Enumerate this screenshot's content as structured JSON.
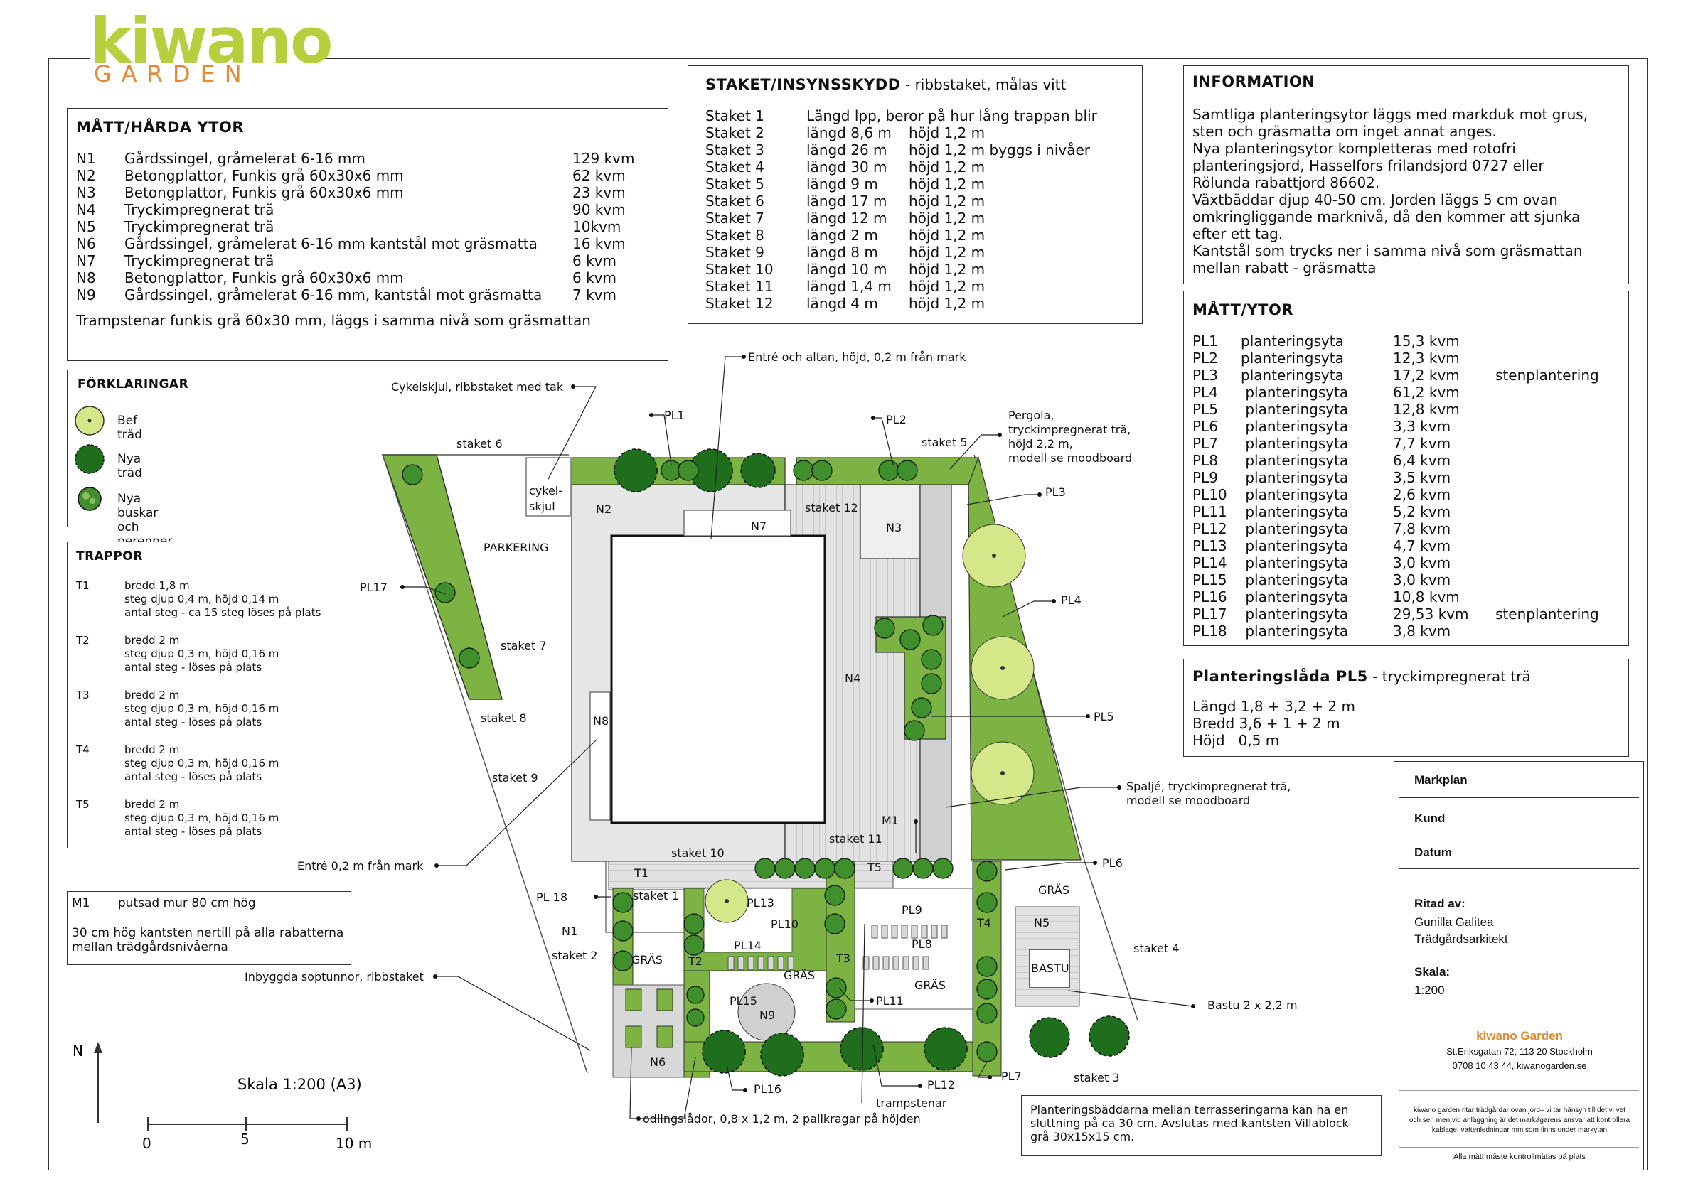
{
  "logo": {
    "word": "kiwano",
    "sub": "GARDEN"
  },
  "matt_harda": {
    "title": "MÅTT/HÅRDA YTOR",
    "rows": [
      {
        "code": "N1",
        "desc": "Gårdssingel, gråmelerat 6-16 mm",
        "area": "129 kvm"
      },
      {
        "code": "N2",
        "desc": "Betongplattor, Funkis grå 60x30x6 mm",
        "area": "62 kvm"
      },
      {
        "code": "N3",
        "desc": "Betongplattor, Funkis grå 60x30x6 mm",
        "area": "23 kvm"
      },
      {
        "code": "N4",
        "desc": "Tryckimpregnerat trä",
        "area": "90 kvm"
      },
      {
        "code": "N5",
        "desc": "Tryckimpregnerat trä",
        "area": "10kvm"
      },
      {
        "code": "N6",
        "desc": "Gårdssingel, gråmelerat 6-16 mm kantstål mot gräsmatta",
        "area": "16 kvm"
      },
      {
        "code": "N7",
        "desc": "Tryckimpregnerat trä",
        "area": "6 kvm"
      },
      {
        "code": "N8",
        "desc": "Betongplattor, Funkis grå 60x30x6 mm",
        "area": "6 kvm"
      },
      {
        "code": "N9",
        "desc": "Gårdssingel, gråmelerat 6-16 mm, kantstål mot gräsmatta",
        "area": "7 kvm"
      }
    ],
    "note": "Trampstenar funkis grå 60x30 mm, läggs i samma nivå som gräsmattan"
  },
  "staket": {
    "title": "STAKET/INSYNSSKYDD",
    "subtitle": " - ribbstaket, målas vitt",
    "rows": [
      {
        "name": "Staket 1",
        "len": "Längd lpp, beror på hur lång trappan blir",
        "h": ""
      },
      {
        "name": "Staket 2",
        "len": "längd 8,6 m",
        "h": "höjd 1,2 m"
      },
      {
        "name": "Staket 3",
        "len": "längd 26 m",
        "h": "höjd 1,2 m byggs i nivåer"
      },
      {
        "name": "Staket 4",
        "len": "längd 30 m",
        "h": "höjd 1,2 m"
      },
      {
        "name": "Staket 5",
        "len": "längd 9 m",
        "h": "höjd 1,2 m"
      },
      {
        "name": "Staket 6",
        "len": "längd 17 m",
        "h": "höjd 1,2 m"
      },
      {
        "name": "Staket 7",
        "len": "längd 12 m",
        "h": "höjd 1,2 m"
      },
      {
        "name": "Staket 8",
        "len": "längd 2 m",
        "h": "höjd 1,2 m"
      },
      {
        "name": "Staket 9",
        "len": "längd 8 m",
        "h": "höjd 1,2 m"
      },
      {
        "name": "Staket 10",
        "len": "längd 10 m",
        "h": "höjd 1,2 m"
      },
      {
        "name": "Staket 11",
        "len": "längd 1,4 m",
        "h": "höjd 1,2 m"
      },
      {
        "name": "Staket 12",
        "len": "längd 4 m",
        "h": "höjd 1,2 m"
      }
    ]
  },
  "info": {
    "title": "INFORMATION",
    "lines": [
      "Samtliga planteringsytor läggs med markduk mot grus,",
      "sten och gräsmatta om inget annat anges.",
      "Nya planteringsytor kompletteras med rotofri",
      "planteringsjord, Hasselfors frilandsjord 0727 eller",
      "Rölunda rabattjord 86602.",
      "Växtbäddar djup 40-50 cm. Jorden läggs 5 cm ovan",
      "omkringliggande marknivå, då den kommer att sjunka",
      "efter ett tag.",
      "Kantstål som trycks ner i samma nivå som gräsmattan",
      "mellan rabatt - gräsmatta"
    ]
  },
  "matt_ytor": {
    "title": "MÅTT/YTOR",
    "rows": [
      {
        "code": "PL1",
        "desc": "planteringsyta",
        "area": "15,3 kvm",
        "note": ""
      },
      {
        "code": "PL2",
        "desc": "planteringsyta",
        "area": "12,3 kvm",
        "note": ""
      },
      {
        "code": "PL3",
        "desc": "planteringsyta",
        "area": "17,2 kvm",
        "note": "stenplantering"
      },
      {
        "code": "PL4",
        "desc": " planteringsyta",
        "area": "61,2 kvm",
        "note": ""
      },
      {
        "code": "PL5",
        "desc": " planteringsyta",
        "area": "12,8 kvm",
        "note": ""
      },
      {
        "code": "PL6",
        "desc": " planteringsyta",
        "area": "3,3 kvm",
        "note": ""
      },
      {
        "code": "PL7",
        "desc": " planteringsyta",
        "area": "7,7 kvm",
        "note": ""
      },
      {
        "code": "PL8",
        "desc": " planteringsyta",
        "area": "6,4 kvm",
        "note": ""
      },
      {
        "code": "PL9",
        "desc": " planteringsyta",
        "area": "3,5 kvm",
        "note": ""
      },
      {
        "code": "PL10",
        "desc": " planteringsyta",
        "area": "2,6 kvm",
        "note": ""
      },
      {
        "code": "PL11",
        "desc": " planteringsyta",
        "area": "5,2 kvm",
        "note": ""
      },
      {
        "code": "PL12",
        "desc": " planteringsyta",
        "area": "7,8 kvm",
        "note": ""
      },
      {
        "code": "PL13",
        "desc": " planteringsyta",
        "area": "4,7 kvm",
        "note": ""
      },
      {
        "code": "PL14",
        "desc": " planteringsyta",
        "area": "3,0 kvm",
        "note": ""
      },
      {
        "code": "PL15",
        "desc": " planteringsyta",
        "area": "3,0 kvm",
        "note": ""
      },
      {
        "code": "PL16",
        "desc": " planteringsyta",
        "area": "10,8 kvm",
        "note": ""
      },
      {
        "code": "PL17",
        "desc": " planteringsyta",
        "area": "29,53 kvm",
        "note": "stenplantering"
      },
      {
        "code": "PL18",
        "desc": " planteringsyta",
        "area": "3,8 kvm",
        "note": ""
      }
    ]
  },
  "pl5_box": {
    "title": "Planteringslåda PL5",
    "subtitle": " - tryckimpregnerat trä",
    "lines": [
      "Längd 1,8 + 3,2 + 2 m",
      "Bredd 3,6 + 1 + 2 m",
      "Höjd   0,5 m"
    ]
  },
  "forklaringar": {
    "title": "FÖRKLARINGAR",
    "items": [
      {
        "label": "Bef träd",
        "icon": "existing-tree-icon"
      },
      {
        "label": "Nya träd",
        "icon": "new-tree-icon"
      },
      {
        "label": "Nya buskar och perenner",
        "icon": "shrub-icon"
      }
    ]
  },
  "trappor": {
    "title": "TRAPPOR",
    "items": [
      {
        "code": "T1",
        "lines": [
          "bredd 1,8 m",
          "steg djup 0,4 m, höjd 0,14 m",
          "antal steg - ca 15 steg löses på plats"
        ]
      },
      {
        "code": "T2",
        "lines": [
          "bredd 2 m",
          "steg djup 0,3 m, höjd 0,16 m",
          "antal steg - löses på plats"
        ]
      },
      {
        "code": "T3",
        "lines": [
          "bredd 2 m",
          "steg djup 0,3 m, höjd 0,16 m",
          "antal steg - löses på plats"
        ]
      },
      {
        "code": "T4",
        "lines": [
          "bredd 2 m",
          "steg djup 0,3 m, höjd 0,16 m",
          "antal steg - löses på plats"
        ]
      },
      {
        "code": "T5",
        "lines": [
          "bredd 2 m",
          "steg djup 0,3 m, höjd 0,16 m",
          "antal steg - löses på plats"
        ]
      }
    ]
  },
  "m1": {
    "code": "M1",
    "desc": "putsad mur 80 cm hög",
    "lines": [
      "30 cm hög kantsten nertill på alla rabatterna",
      "mellan trädgårdsnivåerna"
    ]
  },
  "terrace_note": {
    "lines": [
      "Planteringsbäddarna mellan terrasseringarna kan ha en",
      "sluttning på ca 30 cm. Avslutas med kantsten Villablock",
      "grå 30x15x15 cm."
    ]
  },
  "scale": {
    "north": "N",
    "label": "Skala 1:200 (A3)",
    "ticks": [
      "0",
      "5",
      "10 m"
    ]
  },
  "titleblock": {
    "markplan": "Markplan",
    "kund": "Kund",
    "datum": "Datum",
    "ritad_av": "Ritad av:",
    "ritad_name": "Gunilla Galitea",
    "ritad_role": "Trädgårdsarkitekt",
    "skala_label": "Skala:",
    "skala_val": "1:200",
    "company": "kiwano Garden",
    "address": "St.Eriksgatan 72, 113 20  Stockholm",
    "contact": "0708 10 43 44, kiwanogarden.se",
    "disclaimer": [
      "kiwano garden ritar trädgårdar ovan jord– vi tar hänsyn till det vi vet",
      "och ser, men vid anläggning är det markägarens ansvar att kontrollera",
      "kablage, vattenledningar mm som finns under markytan"
    ],
    "footer": "Alla mått måste kontrollmätas på plats"
  },
  "plan_labels": {
    "staket6": "staket 6",
    "staket5": "staket 5",
    "staket7": "staket 7",
    "staket8": "staket 8",
    "staket9": "staket 9",
    "staket10": "staket 10",
    "staket11": "staket 11",
    "staket12": "staket 12",
    "staket1": "staket 1",
    "staket2": "staket 2",
    "staket3": "staket 3",
    "staket4": "staket 4",
    "parkering": "PARKERING",
    "cykel1": "cykel-",
    "cykel2": "skjul",
    "N1": "N1",
    "N2": "N2",
    "N3": "N3",
    "N4": "N4",
    "N5": "N5",
    "N6": "N6",
    "N7": "N7",
    "N8": "N8",
    "N9": "N9",
    "T1": "T1",
    "T2": "T2",
    "T3": "T3",
    "T4": "T4",
    "T5": "T5",
    "M1": "M1",
    "gras1": "GRÄS",
    "gras2": "GRÄS",
    "gras3": "GRÄS",
    "gras4": "GRÄS",
    "bastu": "BASTU",
    "PL1": "PL1",
    "PL2": "PL2",
    "PL3": "PL3",
    "PL4": "PL4",
    "PL5": "PL5",
    "PL6": "PL6",
    "PL7": "PL7",
    "PL8": "PL8",
    "PL9": "PL9",
    "PL10": "PL10",
    "PL11": "PL11",
    "PL12": "PL12",
    "PL13": "PL13",
    "PL14": "PL14",
    "PL15": "PL15",
    "PL16": "PL16",
    "PL17": "PL17",
    "PL18": "PL 18",
    "entre_altan": "Entré och altan, höjd, 0,2 m från mark",
    "cykelskjul": "Cykelskjul, ribbstaket med tak",
    "pergola1": "Pergola,",
    "pergola2": "tryckimpregnerat trä,",
    "pergola3": "höjd 2,2 m,",
    "pergola4": "modell se moodboard",
    "spalje1": "Spaljé, tryckimpregnerat trä,",
    "spalje2": "modell se moodboard",
    "entre": "Entré 0,2 m från mark",
    "soptunnor": "Inbyggda soptunnor, ribbstaket",
    "bastu_note": "Bastu 2 x 2,2 m",
    "trampstenar": "trampstenar",
    "odling": "odlingslådor, 0,8 x 1,2 m, 2 pallkragar på höjden"
  },
  "colors": {
    "plant": "#7cb342",
    "tree": "#1e6e1e",
    "existing_tree": "#d4e88a",
    "paving": "#e6e6e6",
    "deck": "#d3d3d3"
  }
}
